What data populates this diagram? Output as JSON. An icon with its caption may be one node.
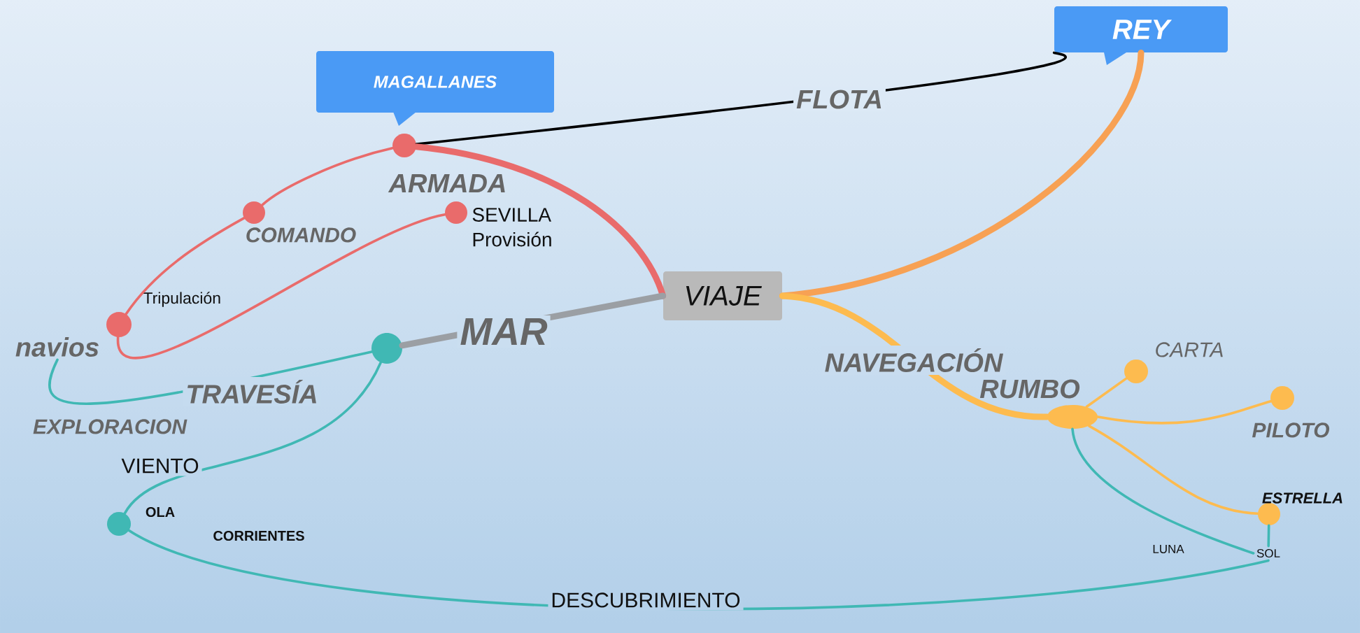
{
  "diagram": {
    "nodes": [
      {
        "text": [
          "MAGALLANES"
        ]
      },
      {
        "text": [
          "REY"
        ]
      },
      {
        "text": [
          "VIAJE"
        ]
      },
      {
        "text": [],
        "shape": "circle",
        "beside": [
          "ARMADA"
        ]
      },
      {
        "text": [],
        "shape": "circle",
        "beside": [
          "COMANDO"
        ]
      },
      {
        "text": [],
        "shape": "circle",
        "beside": [
          "Tripulación"
        ]
      },
      {
        "text": [],
        "shape": "circle",
        "beside": [
          "SEVILLA",
          "Provisión"
        ]
      },
      {
        "text": [
          "navios"
        ]
      },
      {
        "text": [],
        "shape": "circle"
      },
      {
        "text": [],
        "shape": "circle",
        "beside": [
          "OLA"
        ]
      },
      {
        "text": [],
        "shape": "ellipse",
        "beside": [
          "RUMBO"
        ]
      },
      {
        "text": [],
        "shape": "circle",
        "beside": [
          "CARTA"
        ]
      },
      {
        "text": [],
        "shape": "circle",
        "beside": [
          "PILOTO"
        ]
      },
      {
        "text": [],
        "shape": "circle",
        "beside": [
          "ESTRELLA"
        ]
      },
      {
        "text": [
          "SOL"
        ]
      }
    ],
    "edges": [
      {
        "from": 3,
        "to": 1,
        "arrow": "none",
        "label": "FLOTA",
        "color": "#000000"
      },
      {
        "from": 3,
        "to": 2,
        "arrow": "none",
        "style": "thick",
        "color": "#e96b6b"
      },
      {
        "from": 3,
        "to": 4,
        "arrow": "none",
        "color": "#e96b6b"
      },
      {
        "from": 4,
        "to": 5,
        "arrow": "none",
        "color": "#e96b6b"
      },
      {
        "from": 5,
        "to": 6,
        "arrow": "none",
        "color": "#e96b6b"
      },
      {
        "from": 8,
        "to": 2,
        "arrow": "none",
        "label": "MAR",
        "style": "thick",
        "color": "#9b9fa4"
      },
      {
        "from": 2,
        "to": 1,
        "arrow": "none",
        "style": "thick",
        "color": "#f7a154"
      },
      {
        "from": 2,
        "to": 10,
        "arrow": "none",
        "label": "NAVEGACIÓN",
        "style": "thick",
        "color": "#fdbb4f"
      },
      {
        "from": 10,
        "to": 11,
        "arrow": "none",
        "color": "#fdbb4f"
      },
      {
        "from": 10,
        "to": 12,
        "arrow": "none",
        "color": "#fdbb4f"
      },
      {
        "from": 10,
        "to": 13,
        "arrow": "none",
        "color": "#fdbb4f"
      },
      {
        "from": 10,
        "to": 14,
        "arrow": "none",
        "color": "#40b8b4"
      },
      {
        "from": 13,
        "to": 14,
        "arrow": "none",
        "color": "#40b8b4"
      },
      {
        "from": 9,
        "to": 14,
        "arrow": "none",
        "label": "DESCUBRIMIENTO",
        "color": "#40b8b4"
      },
      {
        "from": 8,
        "to": 9,
        "arrow": "none",
        "label": "VIENTO",
        "color": "#40b8b4"
      },
      {
        "from": 7,
        "to": 8,
        "arrow": "none",
        "label": "TRAVESÍA",
        "color": "#40b8b4"
      }
    ],
    "labels": [
      "EXPLORACION",
      "CORRIENTES",
      "LUNA"
    ]
  }
}
